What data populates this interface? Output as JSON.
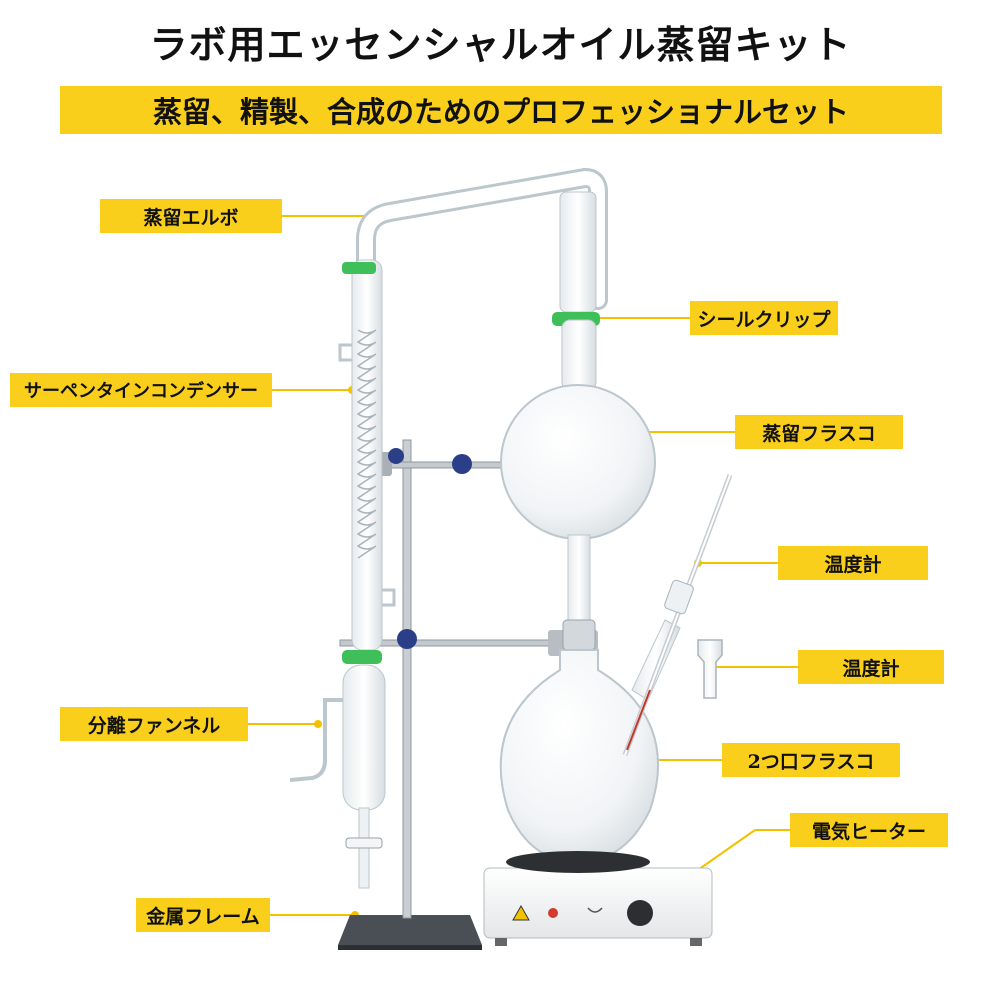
{
  "title": "ラボ用エッセンシャルオイル蒸留キット",
  "subtitle": "蒸留、精製、合成のためのプロフェッショナルセット",
  "labels": {
    "elbow": "蒸留エルボ",
    "condenser": "サーペンタインコンデンサー",
    "separatory_funnel": "分離ファンネル",
    "metal_frame": "金属フレーム",
    "seal_clip": "シールクリップ",
    "distillation_flask": "蒸留フラスコ",
    "thermometer": "温度計",
    "adapter": "温度計",
    "two_neck_flask": "2つ口フラスコ",
    "heater": "電気ヒーター"
  },
  "colors": {
    "label_bg": "#f9cf1c",
    "clip_green": "#3fbf5a",
    "stand_knob": "#2a3f88",
    "glass_outline": "#b9c4cc"
  }
}
